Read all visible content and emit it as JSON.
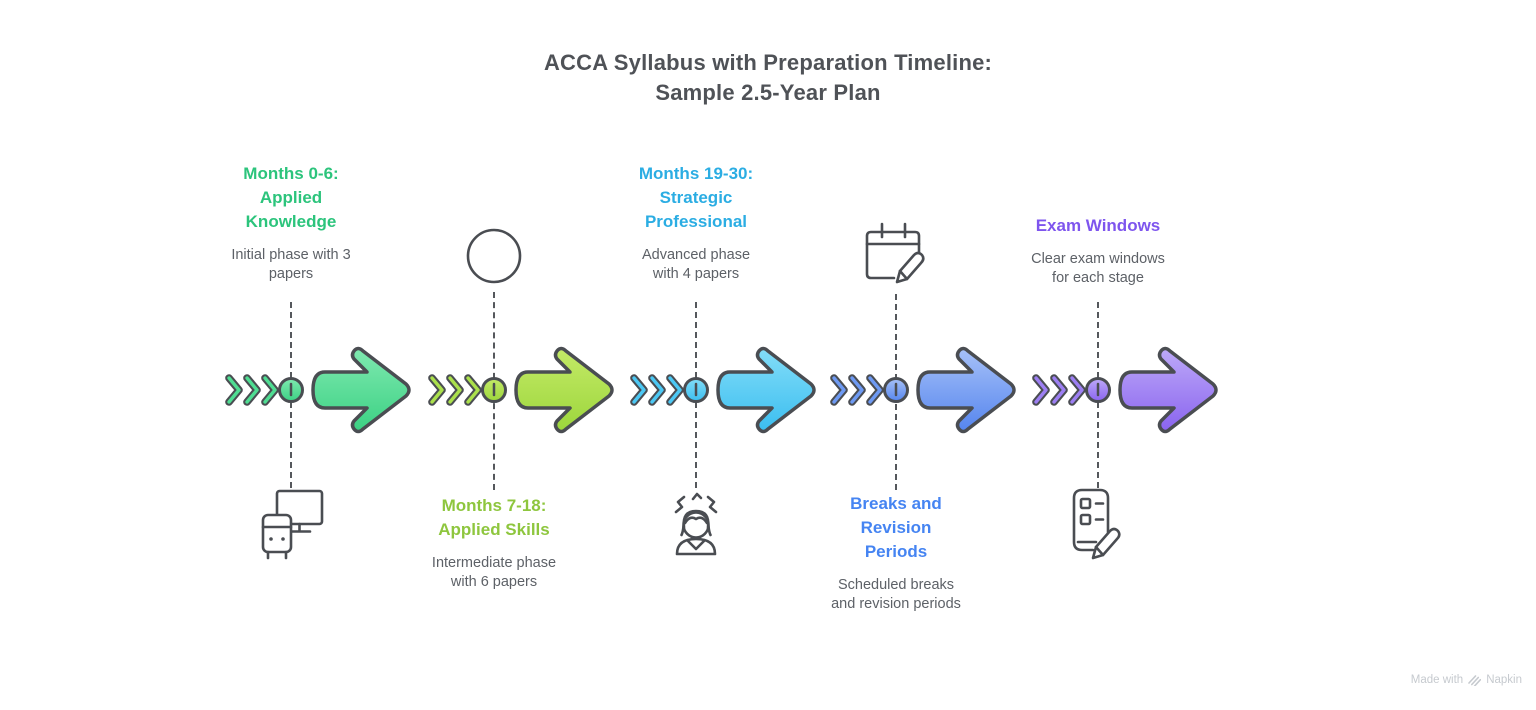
{
  "title": {
    "line1": "ACCA Syllabus with Preparation Timeline:",
    "line2": "Sample 2.5-Year Plan"
  },
  "stages": [
    {
      "name": "applied-knowledge",
      "title": "Months 0-6: Applied Knowledge",
      "subtitle": "Initial phase with 3 papers",
      "label_position": "top",
      "icon": "workstation-icon",
      "icon_position": "bottom",
      "accent_color": "#2cc47c",
      "arrow_fill_light": "#7fe9b0",
      "arrow_fill_mid": "#4fdd92",
      "arrow_fill_dark": "#3bd183"
    },
    {
      "name": "applied-skills",
      "title": "Months 7-18: Applied Skills",
      "subtitle": "Intermediate phase with 6 papers",
      "label_position": "bottom",
      "icon": "circle-icon",
      "icon_position": "top",
      "accent_color": "#8ec63e",
      "arrow_fill_light": "#c4ea67",
      "arrow_fill_mid": "#abe04c",
      "arrow_fill_dark": "#9cd63c"
    },
    {
      "name": "strategic-professional",
      "title": "Months 19-30: Strategic Professional",
      "subtitle": "Advanced phase with 4 papers",
      "label_position": "top",
      "icon": "stressed-person-icon",
      "icon_position": "bottom",
      "accent_color": "#2bade3",
      "arrow_fill_light": "#83ddf8",
      "arrow_fill_mid": "#4cc8f4",
      "arrow_fill_dark": "#3bbef0"
    },
    {
      "name": "breaks-revision-periods",
      "title": "Breaks and Revision Periods",
      "subtitle": "Scheduled breaks and revision periods",
      "label_position": "bottom",
      "icon": "calendar-pencil-icon",
      "icon_position": "top",
      "accent_color": "#4584f2",
      "arrow_fill_light": "#a7c1f8",
      "arrow_fill_mid": "#6e9af3",
      "arrow_fill_dark": "#5585ee"
    },
    {
      "name": "exam-windows",
      "title": "Exam Windows",
      "subtitle": "Clear exam windows for each stage",
      "label_position": "top",
      "icon": "checklist-pencil-icon",
      "icon_position": "bottom",
      "accent_color": "#7e55ee",
      "arrow_fill_light": "#bda9f8",
      "arrow_fill_mid": "#9d7ff3",
      "arrow_fill_dark": "#8a64ef"
    }
  ],
  "style_colors": {
    "outline": "#4a4d52",
    "dashed_line": "#55585c",
    "main_title": "#4f5257",
    "subtitle_text": "#5d6167"
  },
  "watermark": {
    "prefix": "Made with",
    "brand": "Napkin",
    "logo_icon": "napkin-logo-icon",
    "color": "#c6cacf"
  }
}
